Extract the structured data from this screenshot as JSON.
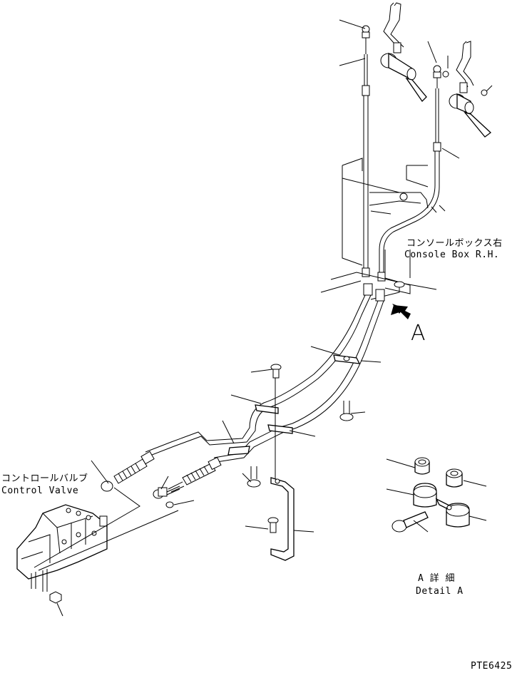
{
  "labels": {
    "console_box_jp": "コンソールボックス右",
    "console_box_en": "Console Box R.H.",
    "view_arrow_letter": "A",
    "control_valve_jp": "コントロールバルブ",
    "control_valve_en": "Control Valve",
    "detail_jp": "A 詳 細",
    "detail_en": "Detail A",
    "drawing_number": "PTE6425"
  }
}
